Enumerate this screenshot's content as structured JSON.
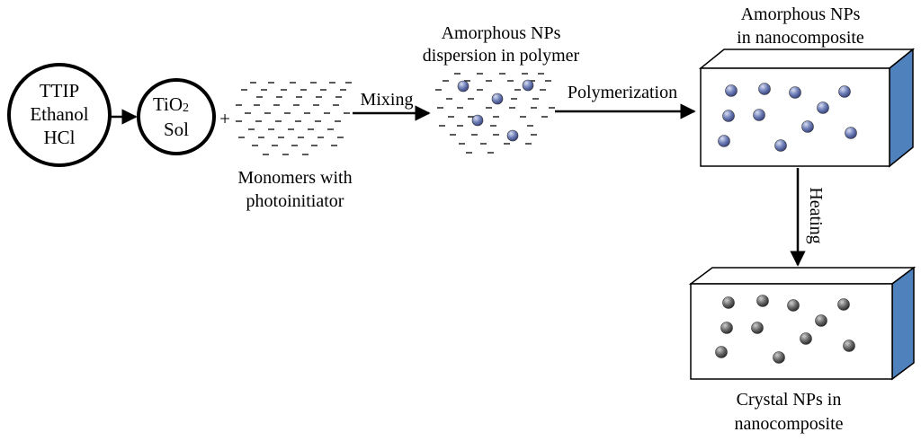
{
  "step1": {
    "lines": [
      "TTIP",
      "Ethanol",
      "HCl"
    ]
  },
  "step2": {
    "main": "TiO",
    "sub": "2",
    "line2": "Sol"
  },
  "plus": "+",
  "monomers": {
    "lines": [
      "Monomers with",
      "photoinitiator"
    ]
  },
  "mixing": "Mixing",
  "dispersion": {
    "lines": [
      "Amorphous NPs",
      "dispersion  in polymer"
    ]
  },
  "polymerization": "Polymerization",
  "amorphous": {
    "lines": [
      "Amorphous NPs",
      "in nanocomposite"
    ]
  },
  "heating": "Heating",
  "crystal": {
    "lines": [
      "Crystal NPs in",
      "nanocomposite"
    ]
  },
  "colors": {
    "amorphous_particle": "#6f7fb8",
    "crystal_particle": "#6e6e6e",
    "box_side": "#4f81bd",
    "box_face": "#ffffff",
    "stroke": "#000000"
  }
}
